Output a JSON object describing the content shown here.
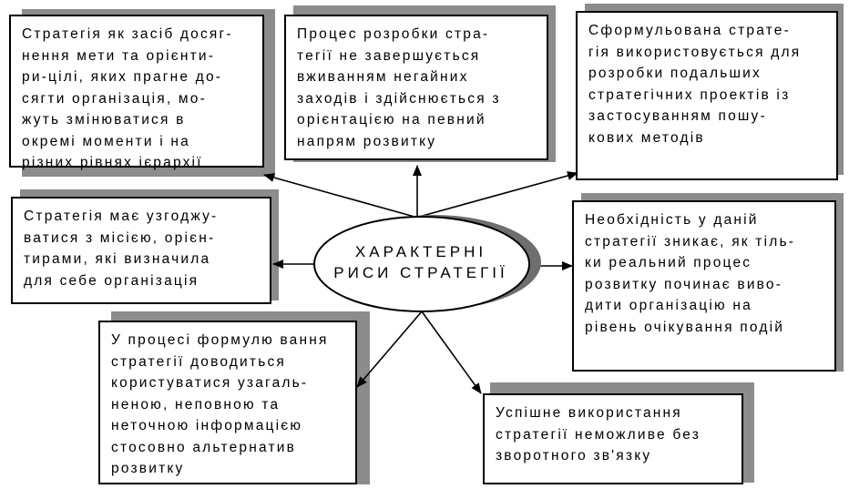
{
  "center": {
    "text": "ХАРАКТЕРНІ\nРИСИ СТРАТЕГІЇ"
  },
  "boxes": {
    "means": "Стратегія як засіб досяг-\nнення мети та орієнти-\nри-цілі, яких прагне до-\nсягти організація, мо-\nжуть змінюватися в\nокремі моменти і на\nрізних рівнях ієрархії",
    "process": "Процес розробки стра-\nтегії не завершується\nвживанням негайних\nзаходів і здійснюється з\nорієнтацією на певний\nнапрям розвитку",
    "formulated": "Сформульована страте-\nгія використовується для\nрозробки подальших\nстратегічних проектів із\nзастосуванням пошу-\nкових методів",
    "mission": "Стратегія має узгоджу-\nватися з місією, орієн-\nтирами, які визначила\nдля себе організація",
    "necessity": "Необхідність у даній\nстратегії зникає, як тіль-\nки реальний процес\nрозвитку починає виво-\nдити організацію на\nрівень очікування подій",
    "information": "У процесі формулю вання\nстратегії доводиться\nкористуватися узагаль-\nненою, неповною та\nнеточною інформацією\nстосовно альтернатив\nрозвитку",
    "feedback": "Успішне використання\nстратегії неможливе без\nзворотного зв'язку"
  },
  "colors": {
    "shadow": "#8c8c8c",
    "ellipse_shadow": "#6e6e6e",
    "line": "#000000"
  }
}
